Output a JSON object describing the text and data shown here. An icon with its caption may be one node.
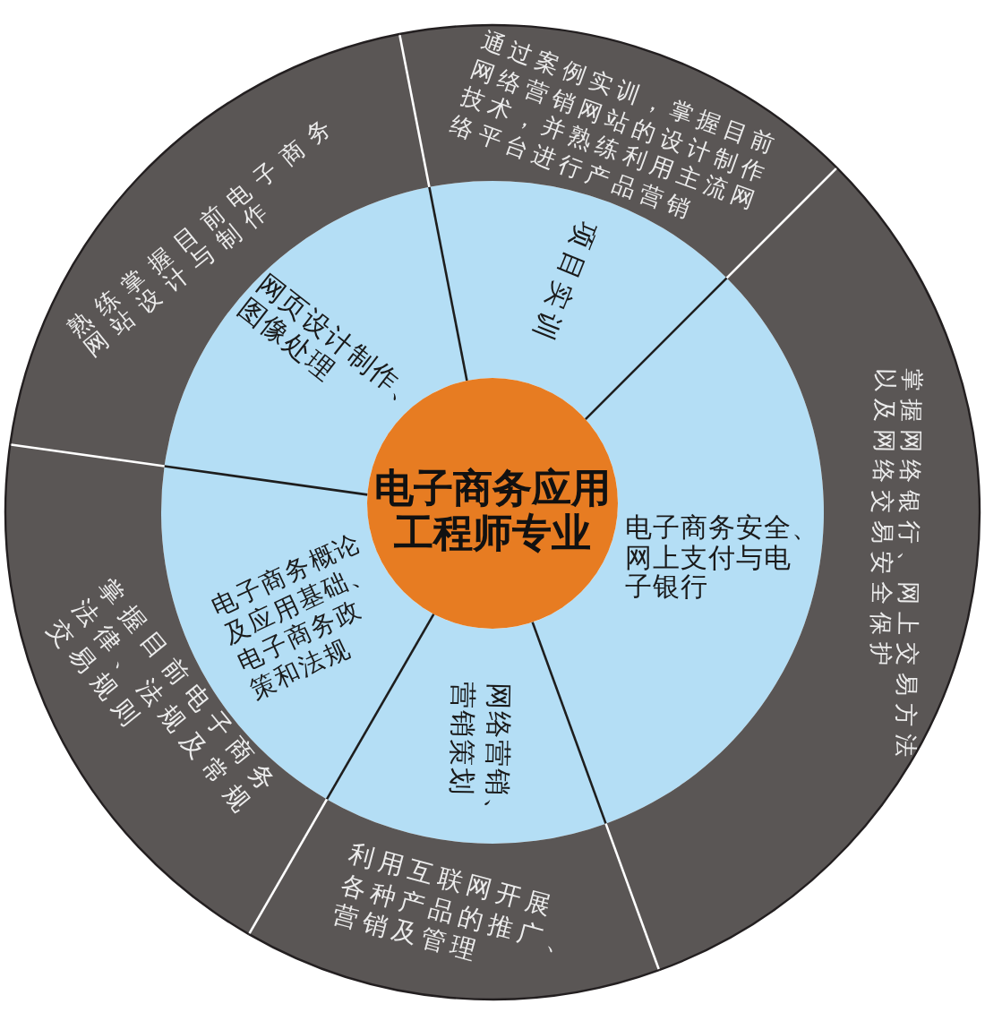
{
  "diagram": {
    "nodes": [
      {
        "text": [
          "电子商务应用工程师专业"
        ]
      },
      {
        "text": [
          "项目实训"
        ]
      },
      {
        "text": [
          "电子商务安全、网上支付与电子银行"
        ]
      },
      {
        "text": [
          "网络营销、营销策划"
        ]
      },
      {
        "text": [
          "电子商务概论及应用基础、电子商务政策和法规"
        ]
      },
      {
        "text": [
          "网页设计制作、图像处理"
        ]
      },
      {
        "text": [
          "通过案例实训，掌握目前网络营销网站的设计制作技术，并熟练利用主流网络平台进行产品营销"
        ]
      },
      {
        "text": [
          "掌握网络银行、网上交易方法以及网络交易安全保护"
        ]
      },
      {
        "text": [
          "利用互联网开展各种产品的推广、营销及管理"
        ]
      },
      {
        "text": [
          "掌握目前电子商务法律、法规及常规交易规则"
        ]
      },
      {
        "text": [
          "熟练掌握目前电子商务网站设计与制作"
        ]
      }
    ]
  }
}
